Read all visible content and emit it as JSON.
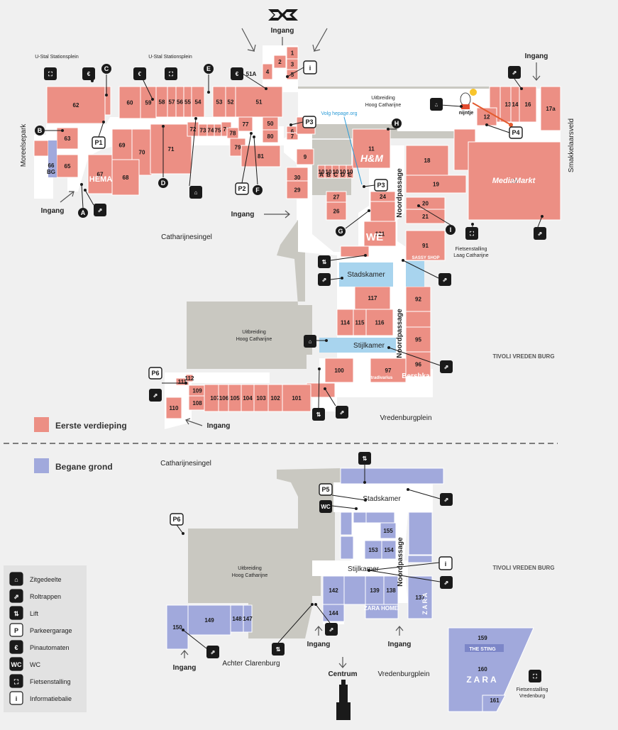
{
  "top": {
    "ingang_top": "Ingang",
    "ustal_left": "U-Stal Stationsplein",
    "ustal_right": "U-Stal Stationsplein",
    "ingang_tr": "Ingang",
    "moreelsepark": "Moreelsepark",
    "smakkelaarsveld": "Smakkelaarsveld",
    "ingang_left": "Ingang",
    "ingang_mid": "Ingang",
    "catharijnesingel": "Catharijnesingel",
    "uitbreiding_top": "Uitbreiding\nHoog Catharijne",
    "uitbreiding_top_l1": "Uitbreiding",
    "uitbreiding_top_l2": "Hoog Catharijne",
    "uitbreiding_mid_l1": "Uitbreiding",
    "uitbreiding_mid_l2": "Hoog Catharijne",
    "volgende_etage": "Volg hepage.org",
    "noordpassage_1": "Noordpassage",
    "noordpassage_2": "Noordpassage",
    "stadskamer": "Stadskamer",
    "stijlkamer": "Stijlkamer",
    "fietsenstalling": "Fietsenstalling\nLaag Catharijne",
    "fietsenstalling_l1": "Fietsenstalling",
    "fietsenstalling_l2": "Laag Catharijne",
    "tivoli": "TIVOLI VREDEN BURG",
    "vredenburgplein": "Vredenburgplein",
    "ingang_bottom": "Ingang",
    "nijntje": "nijntje",
    "hema": "HEMA",
    "hm": "H&M",
    "mediamarkt": "MediaMarkt",
    "we": "WE",
    "bershka": "Bershka",
    "stradivarius": "Stradivarius",
    "sassy": "SASSY SHOP"
  },
  "legend_floors": {
    "eerste": "Eerste verdieping",
    "begane": "Begane grond"
  },
  "bottom": {
    "catharijnesingel": "Catharijnesingel",
    "stadskamer": "Stadskamer",
    "stijlkamer": "Stijlkamer",
    "noordpassage": "Noordpassage",
    "uitbreiding_l1": "Uitbreiding",
    "uitbreiding_l2": "Hoog Catharijne",
    "ingang_1": "Ingang",
    "ingang_2": "Ingang",
    "ingang_3": "Ingang",
    "achter_clarenburg": "Achter Clarenburg",
    "centrum": "Centrum",
    "vredenburgplein": "Vredenburgplein",
    "tivoli": "TIVOLI VREDEN BURG",
    "fiets_l1": "Fietsenstalling",
    "fiets_l2": "Vredenburg",
    "zara_home": "ZARA HOME",
    "zara": "ZARA",
    "the_sting": "THE STING"
  },
  "legend": [
    {
      "icon": "zitgelegenheid-icon",
      "label": "Zitgedeelte"
    },
    {
      "icon": "roltrappen-icon",
      "label": "Roltrappen"
    },
    {
      "icon": "lift-icon",
      "label": "Lift"
    },
    {
      "icon": "parkeergarage-icon",
      "label": "Parkeergarage"
    },
    {
      "icon": "pinautomaat-icon",
      "label": "Pinautomaten"
    },
    {
      "icon": "wc-icon",
      "label": "WC"
    },
    {
      "icon": "fietsenstalling-icon",
      "label": "Fietsenstalling"
    },
    {
      "icon": "informatiebalie-icon",
      "label": "Informatiebalie"
    }
  ],
  "colors": {
    "first_floor": "#ec8f84",
    "ground_floor": "#a1a9dc",
    "corridor": "#ffffff",
    "expansion": "#c9c8c1",
    "highlight_blue": "#a8d4ee"
  },
  "parking": [
    "P1",
    "P2",
    "P3",
    "P3",
    "P4",
    "P5",
    "P6",
    "P6"
  ],
  "letters": [
    "A",
    "B",
    "C",
    "D",
    "E",
    "F",
    "G",
    "H",
    "I"
  ]
}
